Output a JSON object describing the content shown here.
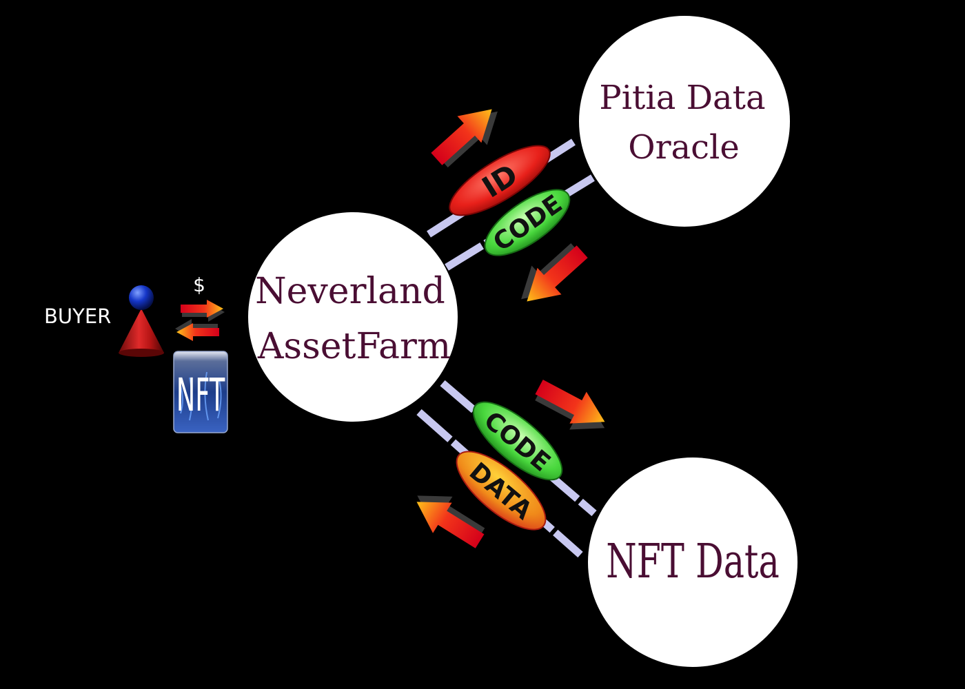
{
  "nodes": {
    "neverland": {
      "line1": "Neverland",
      "line2": "AssetFarm"
    },
    "pitia": {
      "line1": "Pitia Data",
      "line2": "Oracle"
    },
    "nft_data": {
      "label": "NFT Data"
    }
  },
  "pills": {
    "id": "ID",
    "code_top": "CODE",
    "code_bottom": "CODE",
    "data": "DATA"
  },
  "buyer": {
    "label": "BUYER",
    "currency": "$",
    "token": "NFT"
  },
  "colors": {
    "background": "#000000",
    "node_fill": "#ffffff",
    "node_text": "#4a0e33",
    "connector": "#c8c8f0",
    "pill_red": "#e8201a",
    "pill_green": "#3fd63a",
    "pill_orange": "#f08a1a"
  }
}
